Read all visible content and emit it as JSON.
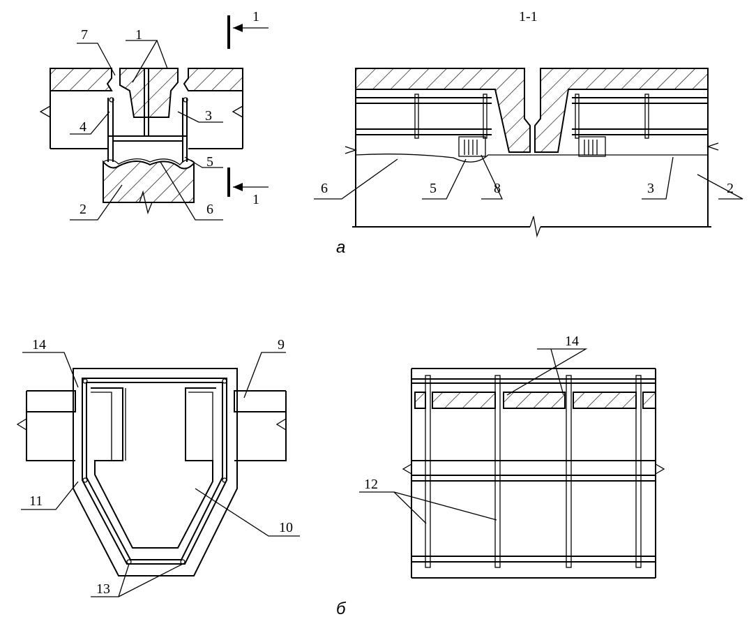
{
  "section_title": "1-1",
  "section_marks": [
    "1",
    "1"
  ],
  "figure_a": {
    "caption": "а",
    "callouts_left": [
      "7",
      "1",
      "3",
      "4",
      "5",
      "2",
      "6"
    ],
    "callouts_right": [
      "6",
      "5",
      "8",
      "3",
      "2"
    ]
  },
  "figure_b": {
    "caption": "б",
    "callouts_left": [
      "14",
      "9",
      "11",
      "10",
      "13"
    ],
    "callouts_right": [
      "14",
      "12"
    ]
  }
}
